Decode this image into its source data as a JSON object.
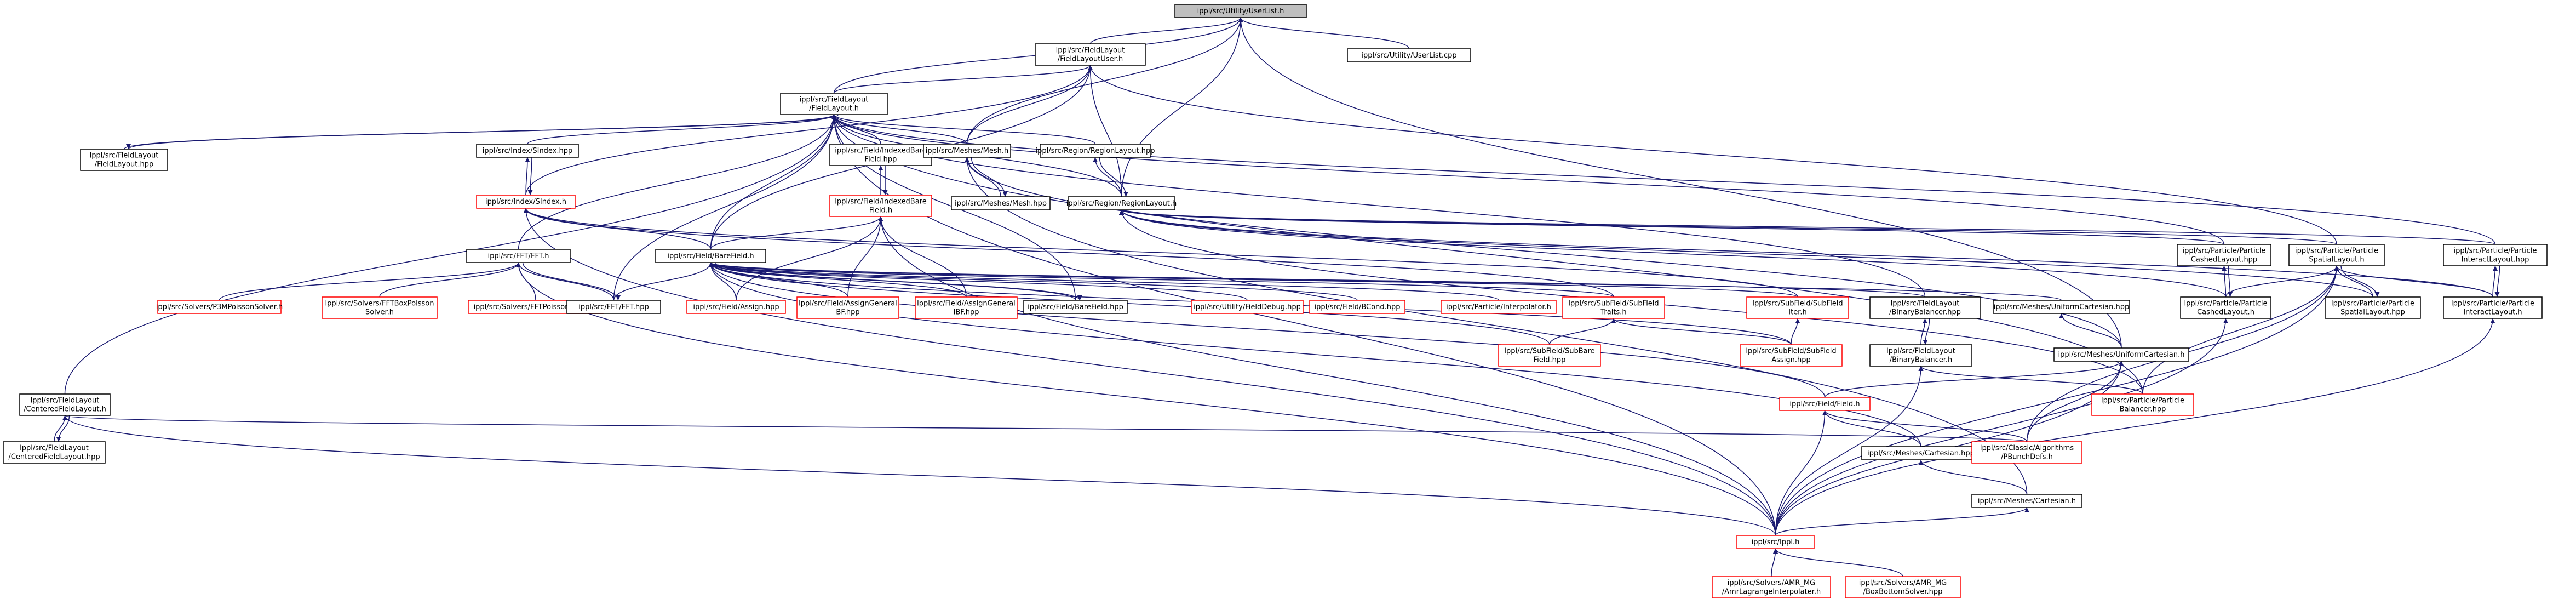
{
  "colors": {
    "edge": "#191970",
    "node_black": "#000000",
    "node_red": "#ff0000",
    "node_root_fill": "#bfbfbf",
    "node_fill": "#ffffff"
  },
  "nodes": [
    {
      "id": "n_userlist_h",
      "lines": [
        "ippl/src/Utility/UserList.h"
      ],
      "color": "black",
      "root": true
    },
    {
      "id": "n_fl_user_h",
      "lines": [
        "ippl/src/FieldLayout",
        "/FieldLayoutUser.h"
      ],
      "color": "black"
    },
    {
      "id": "n_userlist_cpp",
      "lines": [
        "ippl/src/Utility/UserList.cpp"
      ],
      "color": "black"
    },
    {
      "id": "n_fl_h",
      "lines": [
        "ippl/src/FieldLayout",
        "/FieldLayout.h"
      ],
      "color": "black"
    },
    {
      "id": "n_fl_hpp",
      "lines": [
        "ippl/src/FieldLayout",
        "/FieldLayout.hpp"
      ],
      "color": "black"
    },
    {
      "id": "n_ibf_hpp",
      "lines": [
        "ippl/src/Field/IndexedBare",
        "Field.hpp"
      ],
      "color": "black"
    },
    {
      "id": "n_ibf_h",
      "lines": [
        "ippl/src/Field/IndexedBare",
        "Field.h"
      ],
      "color": "red"
    },
    {
      "id": "n_sindex_hpp",
      "lines": [
        "ippl/src/Index/SIndex.hpp"
      ],
      "color": "black"
    },
    {
      "id": "n_sindex_h",
      "lines": [
        "ippl/src/Index/SIndex.h"
      ],
      "color": "red"
    },
    {
      "id": "n_mesh_h",
      "lines": [
        "ippl/src/Meshes/Mesh.h"
      ],
      "color": "black"
    },
    {
      "id": "n_mesh_hpp",
      "lines": [
        "ippl/src/Meshes/Mesh.hpp"
      ],
      "color": "black"
    },
    {
      "id": "n_rl_hpp",
      "lines": [
        "ippl/src/Region/RegionLayout.hpp"
      ],
      "color": "black"
    },
    {
      "id": "n_rl_h",
      "lines": [
        "ippl/src/Region/RegionLayout.h"
      ],
      "color": "black"
    },
    {
      "id": "n_fft_h",
      "lines": [
        "ippl/src/FFT/FFT.h"
      ],
      "color": "black"
    },
    {
      "id": "n_p3m",
      "lines": [
        "ippl/src/Solvers/P3MPoissonSolver.h"
      ],
      "color": "red"
    },
    {
      "id": "n_fftbox",
      "lines": [
        "ippl/src/Solvers/FFTBoxPoisson",
        "Solver.h"
      ],
      "color": "red"
    },
    {
      "id": "n_fftpoisson",
      "lines": [
        "ippl/src/Solvers/FFTPoissonSolver.h"
      ],
      "color": "red"
    },
    {
      "id": "n_fft_hpp",
      "lines": [
        "ippl/src/FFT/FFT.hpp"
      ],
      "color": "black"
    },
    {
      "id": "n_bf_h",
      "lines": [
        "ippl/src/Field/BareField.h"
      ],
      "color": "black"
    },
    {
      "id": "n_assign_hpp",
      "lines": [
        "ippl/src/Field/Assign.hpp"
      ],
      "color": "red"
    },
    {
      "id": "n_ag1",
      "lines": [
        "ippl/src/Field/AssignGeneral",
        "BF.hpp"
      ],
      "color": "red"
    },
    {
      "id": "n_ag2",
      "lines": [
        "ippl/src/Field/AssignGeneral",
        "IBF.hpp"
      ],
      "color": "red"
    },
    {
      "id": "n_bf_hpp",
      "lines": [
        "ippl/src/Field/BareField.hpp"
      ],
      "color": "black"
    },
    {
      "id": "n_fielddebug",
      "lines": [
        "ippl/src/Utility/FieldDebug.hpp"
      ],
      "color": "red"
    },
    {
      "id": "n_bcond",
      "lines": [
        "ippl/src/Field/BCond.hpp"
      ],
      "color": "red"
    },
    {
      "id": "n_interp",
      "lines": [
        "ippl/src/Particle/Interpolator.h"
      ],
      "color": "red"
    },
    {
      "id": "n_sft",
      "lines": [
        "ippl/src/SubField/SubField",
        "Traits.h"
      ],
      "color": "red"
    },
    {
      "id": "n_sfi",
      "lines": [
        "ippl/src/SubField/SubField",
        "Iter.h"
      ],
      "color": "red"
    },
    {
      "id": "n_bbal_hpp",
      "lines": [
        "ippl/src/FieldLayout",
        "/BinaryBalancer.hpp"
      ],
      "color": "black"
    },
    {
      "id": "n_uc_hpp",
      "lines": [
        "ippl/src/Meshes/UniformCartesian.hpp"
      ],
      "color": "black"
    },
    {
      "id": "n_subbf",
      "lines": [
        "ippl/src/SubField/SubBare",
        "Field.hpp"
      ],
      "color": "red"
    },
    {
      "id": "n_sfa",
      "lines": [
        "ippl/src/SubField/SubField",
        "Assign.hpp"
      ],
      "color": "red"
    },
    {
      "id": "n_bbal_h",
      "lines": [
        "ippl/src/FieldLayout",
        "/BinaryBalancer.h"
      ],
      "color": "black"
    },
    {
      "id": "n_uc_h",
      "lines": [
        "ippl/src/Meshes/UniformCartesian.h"
      ],
      "color": "black"
    },
    {
      "id": "n_cfl_h",
      "lines": [
        "ippl/src/FieldLayout",
        "/CenteredFieldLayout.h"
      ],
      "color": "black"
    },
    {
      "id": "n_cfl_hpp",
      "lines": [
        "ippl/src/FieldLayout",
        "/CenteredFieldLayout.hpp"
      ],
      "color": "black"
    },
    {
      "id": "n_field_h",
      "lines": [
        "ippl/src/Field/Field.h"
      ],
      "color": "red"
    },
    {
      "id": "n_cart_hpp",
      "lines": [
        "ippl/src/Meshes/Cartesian.hpp"
      ],
      "color": "black"
    },
    {
      "id": "n_pbunch",
      "lines": [
        "ippl/src/Classic/Algorithms",
        "/PBunchDefs.h"
      ],
      "color": "red"
    },
    {
      "id": "n_cart_h",
      "lines": [
        "ippl/src/Meshes/Cartesian.h"
      ],
      "color": "black"
    },
    {
      "id": "n_ippl_h",
      "lines": [
        "ippl/src/Ippl.h"
      ],
      "color": "red"
    },
    {
      "id": "n_amr",
      "lines": [
        "ippl/src/Solvers/AMR_MG",
        "/AmrLagrangeInterpolater.h"
      ],
      "color": "red"
    },
    {
      "id": "n_bbs",
      "lines": [
        "ippl/src/Solvers/AMR_MG",
        "/BoxBottomSolver.hpp"
      ],
      "color": "red"
    },
    {
      "id": "n_pbal",
      "lines": [
        "ippl/src/Particle/Particle",
        "Balancer.hpp"
      ],
      "color": "red"
    },
    {
      "id": "n_pcl_hpp",
      "lines": [
        "ippl/src/Particle/Particle",
        "CashedLayout.hpp"
      ],
      "color": "black"
    },
    {
      "id": "n_pcl_h",
      "lines": [
        "ippl/src/Particle/Particle",
        "CashedLayout.h"
      ],
      "color": "black"
    },
    {
      "id": "n_psl_h",
      "lines": [
        "ippl/src/Particle/Particle",
        "SpatialLayout.h"
      ],
      "color": "black"
    },
    {
      "id": "n_psl_hpp",
      "lines": [
        "ippl/src/Particle/Particle",
        "SpatialLayout.hpp"
      ],
      "color": "black"
    },
    {
      "id": "n_pil_hpp",
      "lines": [
        "ippl/src/Particle/Particle",
        "InteractLayout.hpp"
      ],
      "color": "black"
    },
    {
      "id": "n_pil_h",
      "lines": [
        "ippl/src/Particle/Particle",
        "InteractLayout.h"
      ],
      "color": "black"
    }
  ],
  "edges": [
    [
      "n_userlist_h",
      "n_fl_user_h"
    ],
    [
      "n_userlist_h",
      "n_userlist_cpp"
    ],
    [
      "n_userlist_h",
      "n_fl_h"
    ],
    [
      "n_userlist_h",
      "n_mesh_h"
    ],
    [
      "n_userlist_h",
      "n_rl_h"
    ],
    [
      "n_userlist_h",
      "n_uc_h"
    ],
    [
      "n_fl_user_h",
      "n_fl_h"
    ],
    [
      "n_fl_user_h",
      "n_mesh_h"
    ],
    [
      "n_fl_user_h",
      "n_rl_h"
    ],
    [
      "n_fl_user_h",
      "n_sindex_h"
    ],
    [
      "n_fl_user_h",
      "n_bf_h"
    ],
    [
      "n_fl_user_h",
      "n_psl_h"
    ],
    [
      "n_fl_h",
      "n_fl_hpp"
    ],
    [
      "n_fl_h",
      "n_ibf_hpp"
    ],
    [
      "n_fl_h",
      "n_sindex_hpp"
    ],
    [
      "n_fl_h",
      "n_mesh_h"
    ],
    [
      "n_fl_h",
      "n_rl_hpp"
    ],
    [
      "n_fl_h",
      "n_rl_h"
    ],
    [
      "n_fl_h",
      "n_fft_h"
    ],
    [
      "n_fl_h",
      "n_fft_hpp"
    ],
    [
      "n_fl_h",
      "n_bf_h"
    ],
    [
      "n_fl_h",
      "n_bf_hpp"
    ],
    [
      "n_fl_h",
      "n_bbal_hpp"
    ],
    [
      "n_fl_h",
      "n_cfl_h"
    ],
    [
      "n_fl_h",
      "n_ippl_h"
    ],
    [
      "n_fl_h",
      "n_pcl_hpp"
    ],
    [
      "n_fl_h",
      "n_pil_hpp"
    ],
    [
      "n_fl_h",
      "n_pbal"
    ],
    [
      "n_fl_hpp",
      "n_fl_h"
    ],
    [
      "n_ibf_hpp",
      "n_ibf_h"
    ],
    [
      "n_ibf_h",
      "n_ibf_hpp"
    ],
    [
      "n_ibf_h",
      "n_bf_h"
    ],
    [
      "n_ibf_h",
      "n_assign_hpp"
    ],
    [
      "n_ibf_h",
      "n_ag1"
    ],
    [
      "n_ibf_h",
      "n_ag2"
    ],
    [
      "n_ibf_h",
      "n_ippl_h"
    ],
    [
      "n_sindex_hpp",
      "n_sindex_h"
    ],
    [
      "n_sindex_h",
      "n_sindex_hpp"
    ],
    [
      "n_sindex_h",
      "n_bf_h"
    ],
    [
      "n_sindex_h",
      "n_sft"
    ],
    [
      "n_sindex_h",
      "n_sfi"
    ],
    [
      "n_sindex_h",
      "n_ippl_h"
    ],
    [
      "n_mesh_h",
      "n_mesh_hpp"
    ],
    [
      "n_mesh_hpp",
      "n_mesh_h"
    ],
    [
      "n_mesh_h",
      "n_uc_h"
    ],
    [
      "n_mesh_h",
      "n_cart_h"
    ],
    [
      "n_rl_hpp",
      "n_rl_h"
    ],
    [
      "n_rl_h",
      "n_rl_hpp"
    ],
    [
      "n_rl_h",
      "n_pcl_hpp"
    ],
    [
      "n_rl_h",
      "n_pcl_h"
    ],
    [
      "n_rl_h",
      "n_psl_h"
    ],
    [
      "n_rl_h",
      "n_psl_hpp"
    ],
    [
      "n_rl_h",
      "n_pil_hpp"
    ],
    [
      "n_rl_h",
      "n_pil_h"
    ],
    [
      "n_rl_h",
      "n_pbal"
    ],
    [
      "n_fft_h",
      "n_p3m"
    ],
    [
      "n_fft_h",
      "n_fftbox"
    ],
    [
      "n_fft_h",
      "n_fftpoisson"
    ],
    [
      "n_fft_h",
      "n_fft_hpp"
    ],
    [
      "n_fft_hpp",
      "n_fft_h"
    ],
    [
      "n_fft_h",
      "n_ippl_h"
    ],
    [
      "n_bf_h",
      "n_fft_hpp"
    ],
    [
      "n_bf_h",
      "n_assign_hpp"
    ],
    [
      "n_bf_h",
      "n_ag1"
    ],
    [
      "n_bf_h",
      "n_ag2"
    ],
    [
      "n_bf_h",
      "n_bf_hpp"
    ],
    [
      "n_bf_hpp",
      "n_bf_h"
    ],
    [
      "n_bf_h",
      "n_fielddebug"
    ],
    [
      "n_bf_h",
      "n_bcond"
    ],
    [
      "n_bf_h",
      "n_interp"
    ],
    [
      "n_bf_h",
      "n_sft"
    ],
    [
      "n_bf_h",
      "n_sfi"
    ],
    [
      "n_bf_h",
      "n_bbal_hpp"
    ],
    [
      "n_bf_h",
      "n_uc_hpp"
    ],
    [
      "n_bf_h",
      "n_subbf"
    ],
    [
      "n_bf_h",
      "n_sfa"
    ],
    [
      "n_bf_h",
      "n_field_h"
    ],
    [
      "n_bf_h",
      "n_cart_hpp"
    ],
    [
      "n_sft",
      "n_subbf"
    ],
    [
      "n_sft",
      "n_sfa"
    ],
    [
      "n_sfi",
      "n_sfa"
    ],
    [
      "n_bbal_hpp",
      "n_bbal_h"
    ],
    [
      "n_bbal_h",
      "n_bbal_hpp"
    ],
    [
      "n_bbal_h",
      "n_pbal"
    ],
    [
      "n_bbal_h",
      "n_ippl_h"
    ],
    [
      "n_uc_hpp",
      "n_uc_h"
    ],
    [
      "n_uc_h",
      "n_field_h"
    ],
    [
      "n_uc_h",
      "n_pbunch"
    ],
    [
      "n_uc_h",
      "n_ippl_h"
    ],
    [
      "n_cfl_h",
      "n_cfl_hpp"
    ],
    [
      "n_cfl_hpp",
      "n_cfl_h"
    ],
    [
      "n_cfl_h",
      "n_pbunch"
    ],
    [
      "n_cfl_h",
      "n_ippl_h"
    ],
    [
      "n_field_h",
      "n_cart_hpp"
    ],
    [
      "n_field_h",
      "n_pbunch"
    ],
    [
      "n_field_h",
      "n_ippl_h"
    ],
    [
      "n_cart_hpp",
      "n_cart_h"
    ],
    [
      "n_cart_h",
      "n_ippl_h"
    ],
    [
      "n_ippl_h",
      "n_amr"
    ],
    [
      "n_ippl_h",
      "n_bbs"
    ],
    [
      "n_pcl_hpp",
      "n_pcl_h"
    ],
    [
      "n_pcl_h",
      "n_pcl_hpp"
    ],
    [
      "n_pcl_h",
      "n_ippl_h"
    ],
    [
      "n_psl_h",
      "n_psl_hpp"
    ],
    [
      "n_psl_hpp",
      "n_psl_h"
    ],
    [
      "n_psl_h",
      "n_pcl_h"
    ],
    [
      "n_psl_h",
      "n_pil_h"
    ],
    [
      "n_psl_h",
      "n_pbal"
    ],
    [
      "n_psl_h",
      "n_ippl_h"
    ],
    [
      "n_psl_h",
      "n_pbunch"
    ],
    [
      "n_pil_hpp",
      "n_pil_h"
    ],
    [
      "n_pil_h",
      "n_pil_hpp"
    ],
    [
      "n_pil_h",
      "n_ippl_h"
    ]
  ]
}
